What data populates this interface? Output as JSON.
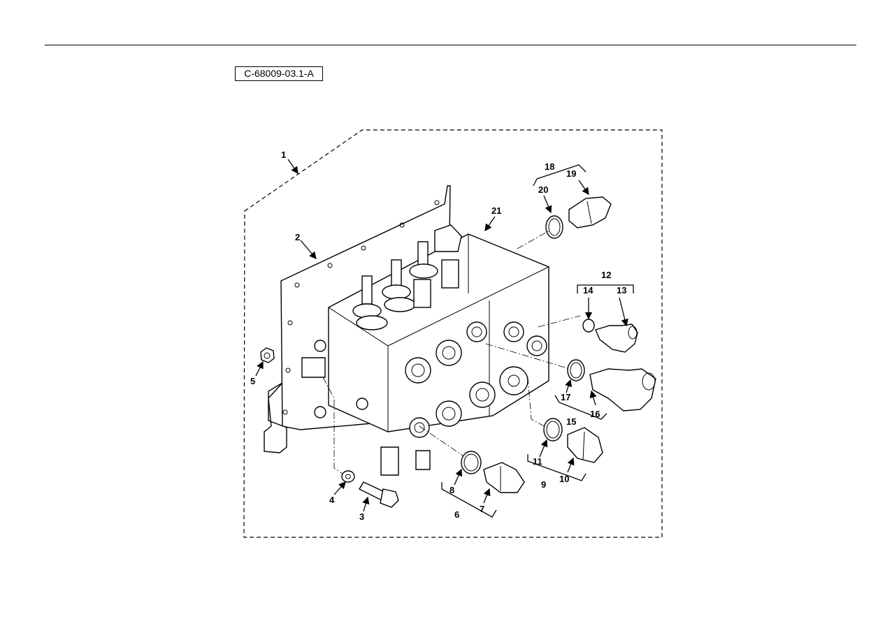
{
  "figure_id": "C-68009-03.1-A",
  "callouts": {
    "c1": "1",
    "c2": "2",
    "c3": "3",
    "c4": "4",
    "c5": "5",
    "c6": "6",
    "c7": "7",
    "c8": "8",
    "c9": "9",
    "c10": "10",
    "c11": "11",
    "c12": "12",
    "c13": "13",
    "c14": "14",
    "c15": "15",
    "c16": "16",
    "c17": "17",
    "c18": "18",
    "c19": "19",
    "c20": "20",
    "c21": "21"
  }
}
